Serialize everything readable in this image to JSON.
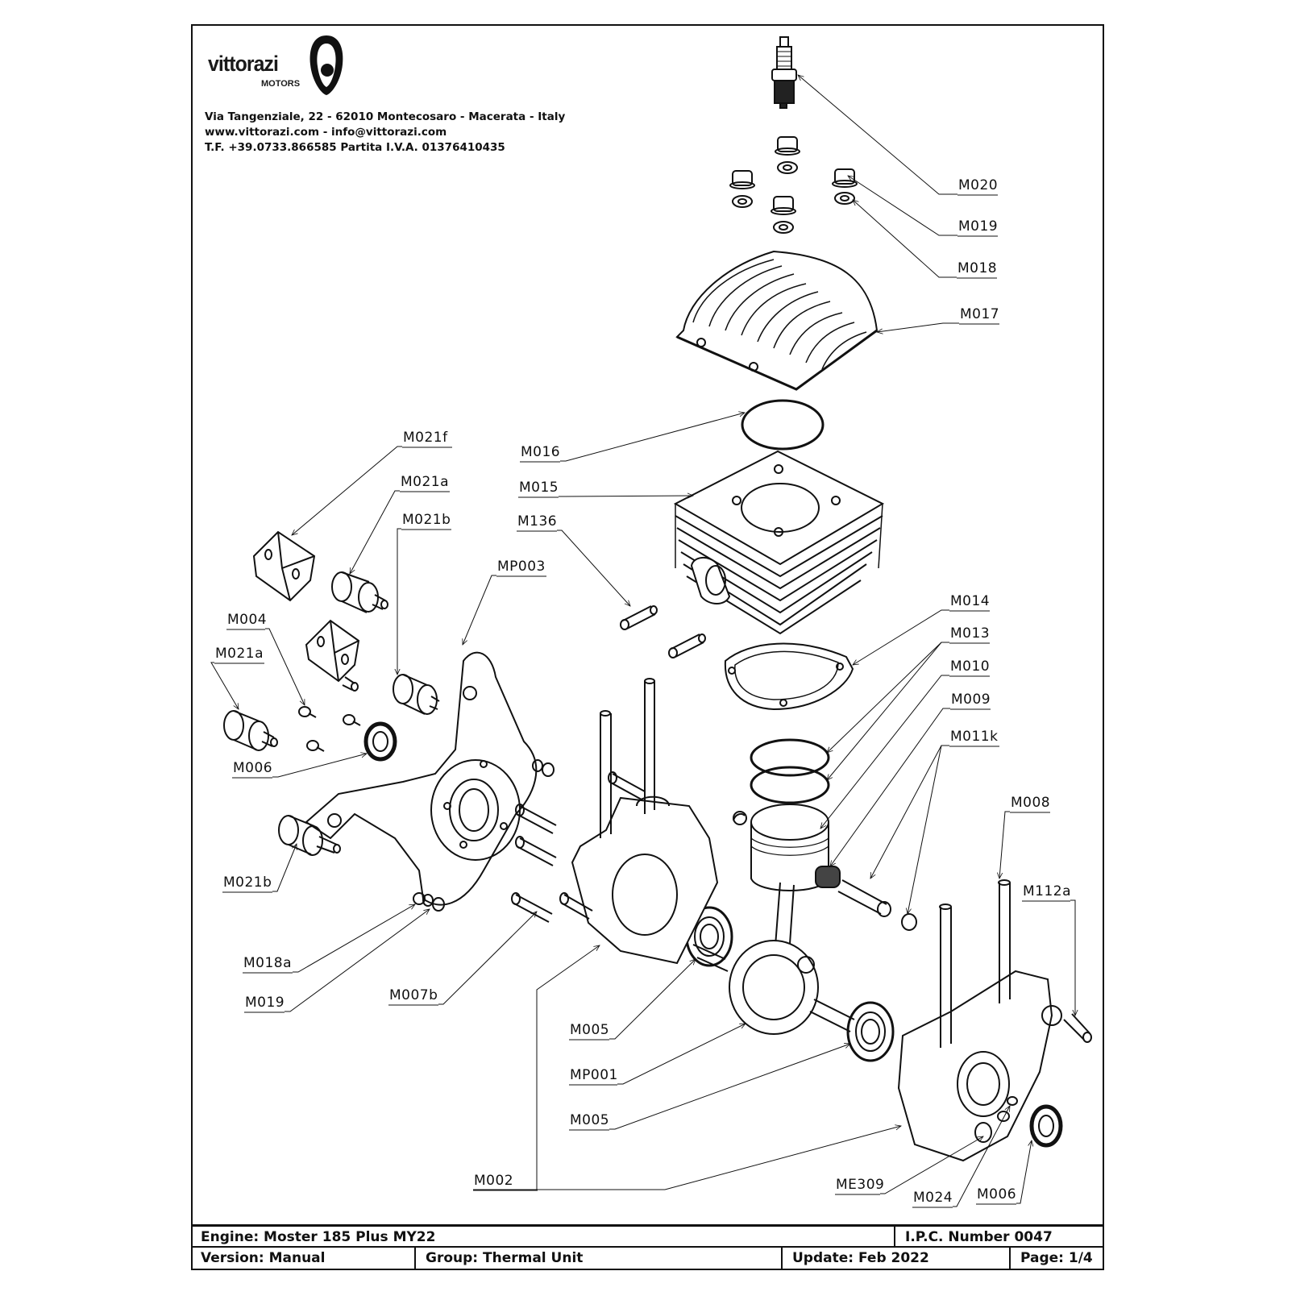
{
  "company": {
    "brand": "vittorazi",
    "brand_sub": "MOTORS",
    "address_lines": [
      "Via Tangenziale, 22 - 62010 Montecosaro - Macerata - Italy",
      "www.vittorazi.com - info@vittorazi.com",
      "T.F. +39.0733.866585 Partita I.V.A. 01376410435"
    ]
  },
  "callouts": [
    {
      "id": "M020",
      "label": "M020",
      "part": "spark-plug"
    },
    {
      "id": "M019_top",
      "label": "M019",
      "part": "cylinder-head-nut"
    },
    {
      "id": "M018",
      "label": "M018",
      "part": "cylinder-head-washer"
    },
    {
      "id": "M017",
      "label": "M017",
      "part": "cylinder-head"
    },
    {
      "id": "M016",
      "label": "M016",
      "part": "head-o-ring"
    },
    {
      "id": "M015",
      "label": "M015",
      "part": "cylinder"
    },
    {
      "id": "M136",
      "label": "M136",
      "part": "dowel-pin"
    },
    {
      "id": "M014",
      "label": "M014",
      "part": "base-gasket"
    },
    {
      "id": "M013",
      "label": "M013",
      "part": "piston-rings"
    },
    {
      "id": "M010",
      "label": "M010",
      "part": "piston"
    },
    {
      "id": "M009",
      "label": "M009",
      "part": "needle-bearing"
    },
    {
      "id": "M011k",
      "label": "M011k",
      "part": "piston-pin-kit"
    },
    {
      "id": "M008",
      "label": "M008",
      "part": "stud"
    },
    {
      "id": "M112a",
      "label": "M112a",
      "part": "screw"
    },
    {
      "id": "M021f",
      "label": "M021f",
      "part": "rubber-mount-block"
    },
    {
      "id": "M021a_top",
      "label": "M021a",
      "part": "rubber-mount"
    },
    {
      "id": "M021b_top",
      "label": "M021b",
      "part": "rubber-mount"
    },
    {
      "id": "MP003",
      "label": "MP003",
      "part": "engine-mount-bracket"
    },
    {
      "id": "M004",
      "label": "M004",
      "part": "bolt"
    },
    {
      "id": "M021a_left",
      "label": "M021a",
      "part": "rubber-mount"
    },
    {
      "id": "M006_left",
      "label": "M006",
      "part": "oil-seal"
    },
    {
      "id": "M021b_left",
      "label": "M021b",
      "part": "rubber-mount"
    },
    {
      "id": "M018a",
      "label": "M018a",
      "part": "washer"
    },
    {
      "id": "M019_low",
      "label": "M019",
      "part": "nut"
    },
    {
      "id": "M007b",
      "label": "M007b",
      "part": "crankcase-bolt"
    },
    {
      "id": "M005_a",
      "label": "M005",
      "part": "main-bearing"
    },
    {
      "id": "MP001",
      "label": "MP001",
      "part": "crankshaft"
    },
    {
      "id": "M005_b",
      "label": "M005",
      "part": "main-bearing"
    },
    {
      "id": "M002",
      "label": "M002",
      "part": "crankcase"
    },
    {
      "id": "ME309",
      "label": "ME309",
      "part": "plug"
    },
    {
      "id": "M024",
      "label": "M024",
      "part": "washer"
    },
    {
      "id": "M006_right",
      "label": "M006",
      "part": "oil-seal"
    }
  ],
  "footer": {
    "engine": "Engine: Moster 185 Plus MY22",
    "ipc": "I.P.C. Number 0047",
    "version": "Version: Manual",
    "group": "Group: Thermal Unit",
    "update": "Update: Feb 2022",
    "page": "Page: 1/4"
  },
  "colors": {
    "ink": "#111111",
    "paper": "#ffffff"
  }
}
